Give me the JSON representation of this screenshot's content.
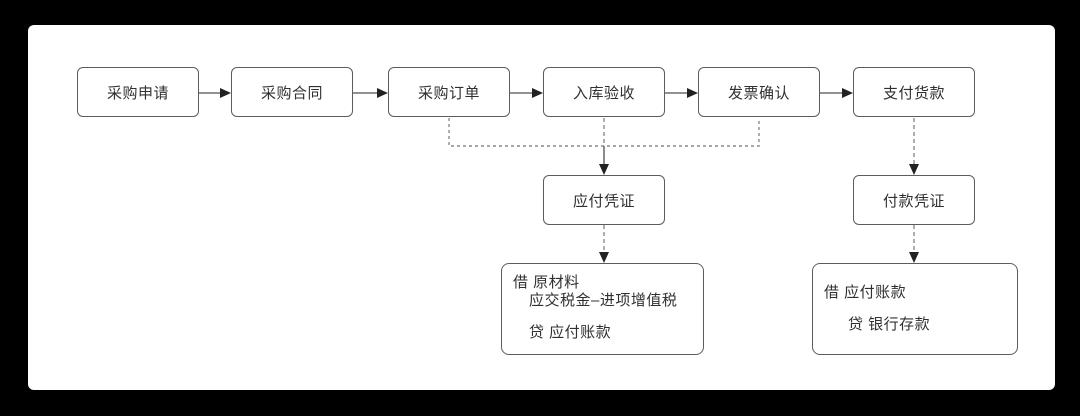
{
  "diagram": {
    "flow_nodes": [
      "采购申请",
      "采购合同",
      "采购订单",
      "入库验收",
      "发票确认",
      "支付货款"
    ],
    "vouchers": [
      "应付凭证",
      "付款凭证"
    ],
    "journal_payable": {
      "debit_line_1": "借 原材料",
      "debit_line_2": "应交税金–进项增值税",
      "credit_line": "贷 应付账款"
    },
    "journal_payment": {
      "debit_line": "借 应付账款",
      "credit_line": "贷 银行存款"
    },
    "colors": {
      "frame_bg": "#000000",
      "canvas_bg": "#ffffff",
      "node_border": "#5c5c5c",
      "text": "#303030",
      "solid_line": "#6e6e6e",
      "dashed_line": "#8c8c8c",
      "arrowhead": "#222222"
    }
  }
}
